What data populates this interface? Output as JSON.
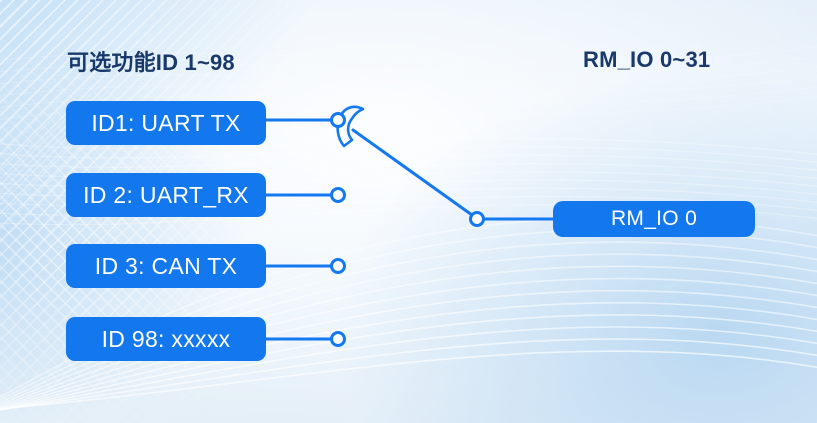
{
  "left_group": {
    "title": "可选功能ID 1~98",
    "nodes": [
      {
        "label": "ID1: UART TX"
      },
      {
        "label": "ID 2: UART_RX"
      },
      {
        "label": "ID 3: CAN TX"
      },
      {
        "label": "ID 98: xxxxx"
      }
    ]
  },
  "right_group": {
    "title": "RM_IO 0~31",
    "nodes": [
      {
        "label": "RM_IO 0"
      }
    ]
  },
  "connection": {
    "selected_source": "ID1: UART TX",
    "target": "RM_IO 0",
    "symbol": "rotary-selector-switch"
  },
  "colors": {
    "node_fill": "#1377ee",
    "node_text": "#ffffff",
    "connector": "#1478f0",
    "title_text": "#19396b"
  }
}
